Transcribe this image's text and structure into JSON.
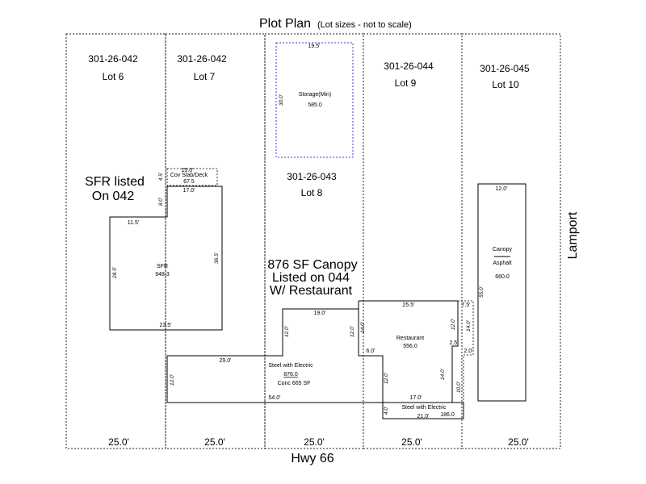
{
  "plan": {
    "title": "Plot Plan",
    "subtitle": "(Lot sizes - not to scale)"
  },
  "roads": {
    "bottom": "Hwy 66",
    "right": "Lamport"
  },
  "lots": [
    {
      "parcel": "301-26-042",
      "lot": "Lot 6",
      "frontage": "25.0'"
    },
    {
      "parcel": "301-26-042",
      "lot": "Lot 7",
      "frontage": "25.0'"
    },
    {
      "parcel": "301-26-043",
      "lot": "Lot 8",
      "frontage": "25.0'"
    },
    {
      "parcel": "301-26-044",
      "lot": "Lot 9",
      "frontage": "25.0'"
    },
    {
      "parcel": "301-26-045",
      "lot": "Lot 10",
      "frontage": "25.0'"
    }
  ],
  "notes": {
    "sfr_line1": "SFR listed",
    "sfr_line2": "On 042",
    "canopy_line1": "876 SF Canopy",
    "canopy_line2": "Listed on 044",
    "canopy_line3": "W/ Restaurant"
  },
  "structures": {
    "storage": {
      "label": "Storage(Min)",
      "area": "585.0",
      "dim_top": "19.5'",
      "dim_side": "30.0'"
    },
    "cov_slab": {
      "label": "Cov Slab/Deck",
      "area": "67.5",
      "dim_top": "15.0'",
      "dim_side": "4.5'"
    },
    "sfr": {
      "label": "SFR",
      "area": "948.3",
      "dim_top": "17.0'",
      "dim_notch_v": "8.0'",
      "dim_notch_h": "11.5'",
      "dim_left": "28.5'",
      "dim_right": "36.5'",
      "dim_bottom": "23.5'"
    },
    "canopy_right": {
      "label": "Canopy",
      "material": "Asphalt",
      "area": "660.0",
      "dim_top": "12.0'",
      "dim_side": "55.0'"
    },
    "steel_main": {
      "label": "Steel with Electric",
      "area": "876.0",
      "conc": "Conc 665 SF",
      "dim_top": "29.0'",
      "dim_step_top": "19.0'",
      "dim_step_v": "12.0'",
      "dim_v2": "12.0'",
      "dim_left": "12.0'",
      "dim_bottom": "54.0'"
    },
    "restaurant": {
      "label": "Restaurant",
      "area": "556.0",
      "dim_top": "25.5'",
      "dim_left": "14.0'",
      "dim_notch": "6.0'",
      "dim_v": "12.0'",
      "dim_bottom": "17.0'",
      "dim_right": "12.0'",
      "dim_step": "2.5'",
      "dim_right2": "14.0'"
    },
    "side_strip": {
      "dim_top": "7.5'",
      "dim_v": "14.0'",
      "dim_w": "2.0'",
      "dim_low": "10.0'"
    },
    "steel_small": {
      "label": "Steel with Electric",
      "area": "186.0",
      "dim_w": "21.0'",
      "dim_h": "4.0'"
    }
  }
}
